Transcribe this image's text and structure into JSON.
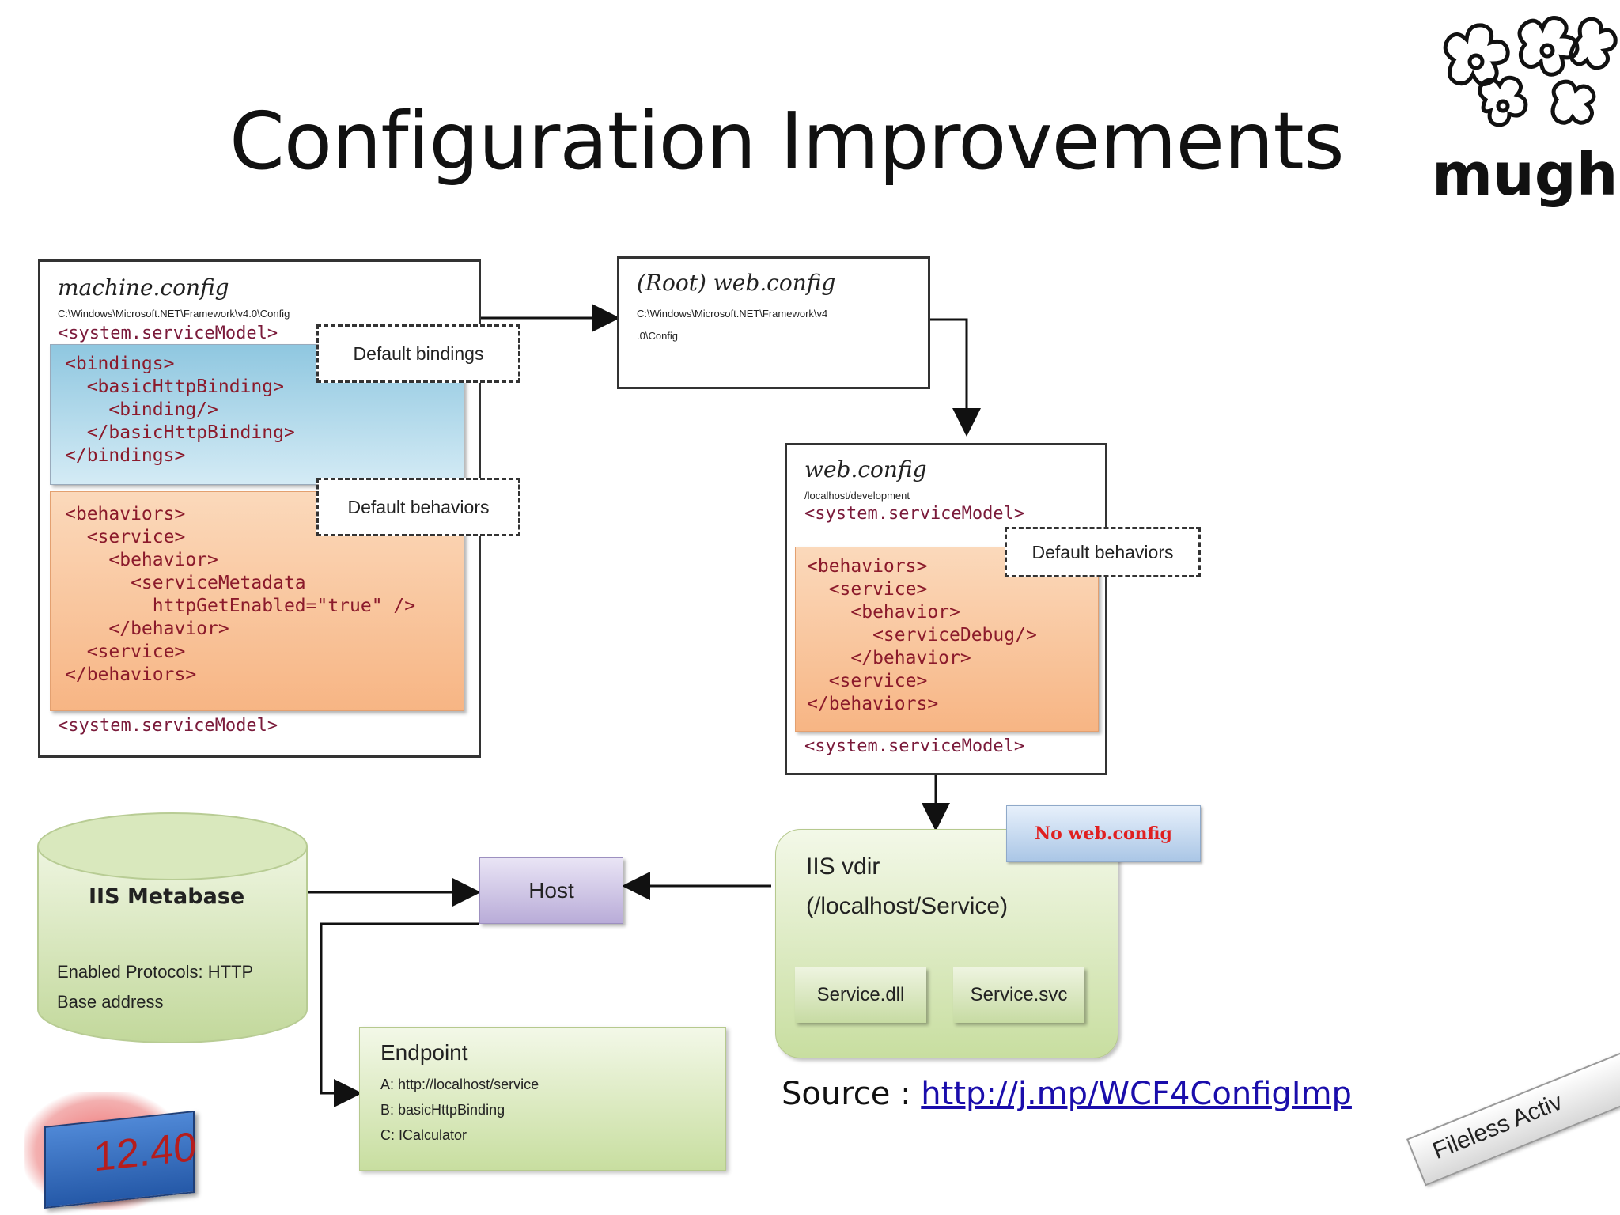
{
  "slide": {
    "title": "Configuration Improvements",
    "logo_text": "mugh",
    "source_label": "Source :",
    "source_link": "http://j.mp/WCF4ConfigImp",
    "badge_number": "12.40",
    "corner_stamp": "Fileless Activ"
  },
  "machine_config": {
    "title": "machine.config",
    "path": "C:\\Windows\\Microsoft.NET\\Framework\\v4.0\\Config",
    "open_tag": "<system.serviceModel>",
    "close_tag": "<system.serviceModel>",
    "bindings_code": "<bindings>\n  <basicHttpBinding>\n    <binding/>\n  </basicHttpBinding>\n</bindings>",
    "behaviors_code": "<behaviors>\n  <service>\n    <behavior>\n      <serviceMetadata\n        httpGetEnabled=\"true\" />\n    </behavior>\n  <service>\n</behaviors>",
    "callout_bindings": "Default bindings",
    "callout_behaviors": "Default behaviors"
  },
  "root_web_config": {
    "title": "(Root) web.config",
    "path_line1": "C:\\Windows\\Microsoft.NET\\Framework\\v4",
    "path_line2": ".0\\Config"
  },
  "web_config": {
    "title": "web.config",
    "path": "/localhost/development",
    "open_tag": "<system.serviceModel>",
    "close_tag": "<system.serviceModel>",
    "behaviors_code": "<behaviors>\n  <service>\n    <behavior>\n      <serviceDebug/>\n    </behavior>\n  <service>\n</behaviors>",
    "callout_behaviors": "Default behaviors"
  },
  "iis_metabase": {
    "title": "IIS Metabase",
    "line1": "Enabled Protocols: HTTP",
    "line2": "Base address"
  },
  "host": {
    "label": "Host"
  },
  "iis_vdir": {
    "line1": "IIS vdir",
    "line2": "(/localhost/Service)",
    "file1": "Service.dll",
    "file2": "Service.svc",
    "note": "No web.config"
  },
  "endpoint": {
    "title": "Endpoint",
    "a": "A: http://localhost/service",
    "b": "B: basicHttpBinding",
    "c": "C: ICalculator"
  },
  "colors": {
    "code_red": "#8b1a2b",
    "blue_panel": "#8fc7e0",
    "orange_panel": "#f7b584",
    "green_box": "#c8dea0",
    "host_box": "#c5b8e0",
    "note_red": "#e02020",
    "link_blue": "#1a0dab"
  }
}
